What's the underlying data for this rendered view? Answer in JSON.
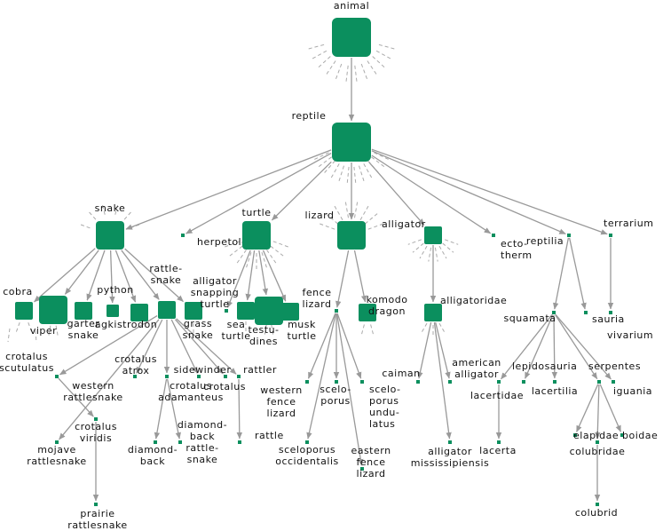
{
  "colors": {
    "node": "#0b8f5e",
    "edge": "#999999",
    "stub": "#aaaaaa",
    "text": "#111111"
  },
  "diagram": {
    "nodes": [
      {
        "id": "animal",
        "lines": [
          "animal"
        ],
        "kind": "big"
      },
      {
        "id": "reptile",
        "lines": [
          "reptile"
        ],
        "kind": "big"
      },
      {
        "id": "snake",
        "lines": [
          "snake"
        ],
        "kind": "med"
      },
      {
        "id": "herpetology",
        "lines": [
          "herpetology"
        ],
        "kind": "dot"
      },
      {
        "id": "turtle",
        "lines": [
          "turtle"
        ],
        "kind": "med"
      },
      {
        "id": "lizard",
        "lines": [
          "lizard"
        ],
        "kind": "med"
      },
      {
        "id": "alligator",
        "lines": [
          "alligator"
        ],
        "kind": "small"
      },
      {
        "id": "ectotherm",
        "lines": [
          "ecto-",
          "therm"
        ],
        "kind": "dot"
      },
      {
        "id": "reptilia",
        "lines": [
          "reptilia"
        ],
        "kind": "dot"
      },
      {
        "id": "terrarium",
        "lines": [
          "terrarium"
        ],
        "kind": "dot"
      },
      {
        "id": "cobra",
        "lines": [
          "cobra"
        ],
        "kind": "small"
      },
      {
        "id": "viper",
        "lines": [
          "viper"
        ],
        "kind": "med"
      },
      {
        "id": "garter-snake",
        "lines": [
          "garter",
          "snake"
        ],
        "kind": "small"
      },
      {
        "id": "python",
        "lines": [
          "python"
        ],
        "kind": "tiny"
      },
      {
        "id": "agkistrodon",
        "lines": [
          "agkistrodon"
        ],
        "kind": "small"
      },
      {
        "id": "rattlesnake",
        "lines": [
          "rattle-",
          "snake"
        ],
        "kind": "small"
      },
      {
        "id": "grass-snake",
        "lines": [
          "grass",
          "snake"
        ],
        "kind": "small"
      },
      {
        "id": "alligator-snapping-turtle",
        "lines": [
          "alligator",
          "snapping",
          "turtle"
        ],
        "kind": "dot"
      },
      {
        "id": "sea-turtle",
        "lines": [
          "sea",
          "turtle"
        ],
        "kind": "small"
      },
      {
        "id": "testudines",
        "lines": [
          "testu-",
          "dines"
        ],
        "kind": "med"
      },
      {
        "id": "musk-turtle",
        "lines": [
          "musk",
          "turtle"
        ],
        "kind": "small"
      },
      {
        "id": "fence-lizard",
        "lines": [
          "fence",
          "lizard"
        ],
        "kind": "dot"
      },
      {
        "id": "komodo-dragon",
        "lines": [
          "komodo",
          "dragon"
        ],
        "kind": "small"
      },
      {
        "id": "alligatoridae",
        "lines": [
          "alligatoridae"
        ],
        "kind": "small"
      },
      {
        "id": "squamata",
        "lines": [
          "squamata"
        ],
        "kind": "dot"
      },
      {
        "id": "sauria",
        "lines": [
          "sauria"
        ],
        "kind": "dot"
      },
      {
        "id": "vivarium",
        "lines": [
          "vivarium"
        ],
        "kind": "dot"
      },
      {
        "id": "crotalus-scutulatus",
        "lines": [
          "crotalus",
          "scutulatus"
        ],
        "kind": "none"
      },
      {
        "id": "crotalus-atrox",
        "lines": [
          "crotalus",
          "atrox"
        ],
        "kind": "dot"
      },
      {
        "id": "western-rattlesnake",
        "lines": [
          "western",
          "rattlesnake"
        ],
        "kind": "dot"
      },
      {
        "id": "crotalus-adamanteus",
        "lines": [
          "crotalus",
          "adamanteus"
        ],
        "kind": "dot"
      },
      {
        "id": "sidewinder",
        "lines": [
          "sidewinder"
        ],
        "kind": "dot"
      },
      {
        "id": "crotalus",
        "lines": [
          "crotalus"
        ],
        "kind": "dot"
      },
      {
        "id": "rattler",
        "lines": [
          "rattler"
        ],
        "kind": "dot"
      },
      {
        "id": "mojave-rattlesnake",
        "lines": [
          "mojave",
          "rattlesnake"
        ],
        "kind": "dot"
      },
      {
        "id": "crotalus-viridis",
        "lines": [
          "crotalus",
          "viridis"
        ],
        "kind": "dot"
      },
      {
        "id": "prairie-rattlesnake",
        "lines": [
          "prairie",
          "rattlesnake"
        ],
        "kind": "dot"
      },
      {
        "id": "diamondback",
        "lines": [
          "diamond-",
          "back"
        ],
        "kind": "dot"
      },
      {
        "id": "diamondback-rattlesnake",
        "lines": [
          "diamond-",
          "back",
          "rattle-",
          "snake"
        ],
        "kind": "dot"
      },
      {
        "id": "rattle",
        "lines": [
          "rattle"
        ],
        "kind": "dot"
      },
      {
        "id": "western-fence-lizard",
        "lines": [
          "western",
          "fence",
          "lizard"
        ],
        "kind": "dot"
      },
      {
        "id": "sceloporus",
        "lines": [
          "scelo-",
          "porus"
        ],
        "kind": "dot"
      },
      {
        "id": "sceloporus-undulatus",
        "lines": [
          "scelo-",
          "porus",
          "undu-",
          "latus"
        ],
        "kind": "dot"
      },
      {
        "id": "sceloporus-occidentalis",
        "lines": [
          "sceloporus",
          "occidentalis"
        ],
        "kind": "dot"
      },
      {
        "id": "eastern-fence-lizard",
        "lines": [
          "eastern",
          "fence",
          "lizard"
        ],
        "kind": "dot"
      },
      {
        "id": "caiman",
        "lines": [
          "caiman"
        ],
        "kind": "dot"
      },
      {
        "id": "american-alligator",
        "lines": [
          "american",
          "alligator"
        ],
        "kind": "dot"
      },
      {
        "id": "alligator-mississipiensis",
        "lines": [
          "alligator",
          "mississipiensis"
        ],
        "kind": "dot"
      },
      {
        "id": "lacertidae",
        "lines": [
          "lacertidae"
        ],
        "kind": "dot"
      },
      {
        "id": "lepidosauria",
        "lines": [
          "lepidosauria"
        ],
        "kind": "dot"
      },
      {
        "id": "lacertilia",
        "lines": [
          "lacertilia"
        ],
        "kind": "dot"
      },
      {
        "id": "serpentes",
        "lines": [
          "serpentes"
        ],
        "kind": "dot"
      },
      {
        "id": "iguania",
        "lines": [
          "iguania"
        ],
        "kind": "dot"
      },
      {
        "id": "lacerta",
        "lines": [
          "lacerta"
        ],
        "kind": "dot"
      },
      {
        "id": "elapidae",
        "lines": [
          "elapidae"
        ],
        "kind": "dot"
      },
      {
        "id": "colubridae",
        "lines": [
          "colubridae"
        ],
        "kind": "dot"
      },
      {
        "id": "boidae",
        "lines": [
          "boidae"
        ],
        "kind": "dot"
      },
      {
        "id": "colubrid",
        "lines": [
          "colubrid"
        ],
        "kind": "dot"
      }
    ],
    "edges": [
      [
        "animal",
        "reptile"
      ],
      [
        "reptile",
        "snake"
      ],
      [
        "reptile",
        "herpetology"
      ],
      [
        "reptile",
        "turtle"
      ],
      [
        "reptile",
        "lizard"
      ],
      [
        "reptile",
        "alligator"
      ],
      [
        "reptile",
        "ectotherm"
      ],
      [
        "reptile",
        "reptilia"
      ],
      [
        "reptile",
        "terrarium"
      ],
      [
        "snake",
        "cobra"
      ],
      [
        "snake",
        "viper"
      ],
      [
        "snake",
        "garter-snake"
      ],
      [
        "snake",
        "python"
      ],
      [
        "snake",
        "agkistrodon"
      ],
      [
        "snake",
        "rattlesnake"
      ],
      [
        "snake",
        "grass-snake"
      ],
      [
        "turtle",
        "alligator-snapping-turtle"
      ],
      [
        "turtle",
        "sea-turtle"
      ],
      [
        "turtle",
        "testudines"
      ],
      [
        "turtle",
        "musk-turtle"
      ],
      [
        "lizard",
        "fence-lizard"
      ],
      [
        "lizard",
        "komodo-dragon"
      ],
      [
        "alligator",
        "alligatoridae"
      ],
      [
        "reptilia",
        "squamata"
      ],
      [
        "reptilia",
        "sauria"
      ],
      [
        "terrarium",
        "vivarium"
      ],
      [
        "rattlesnake",
        "crotalus-atrox"
      ],
      [
        "rattlesnake",
        "western-rattlesnake"
      ],
      [
        "rattlesnake",
        "crotalus-adamanteus"
      ],
      [
        "rattlesnake",
        "sidewinder"
      ],
      [
        "rattlesnake",
        "crotalus"
      ],
      [
        "rattlesnake",
        "rattler"
      ],
      [
        "rattlesnake",
        "mojave-rattlesnake"
      ],
      [
        "western-rattlesnake",
        "crotalus-viridis"
      ],
      [
        "crotalus-viridis",
        "prairie-rattlesnake"
      ],
      [
        "crotalus-adamanteus",
        "diamondback"
      ],
      [
        "crotalus-adamanteus",
        "diamondback-rattlesnake"
      ],
      [
        "rattler",
        "rattle"
      ],
      [
        "fence-lizard",
        "western-fence-lizard"
      ],
      [
        "fence-lizard",
        "sceloporus"
      ],
      [
        "fence-lizard",
        "sceloporus-undulatus"
      ],
      [
        "fence-lizard",
        "sceloporus-occidentalis"
      ],
      [
        "fence-lizard",
        "eastern-fence-lizard"
      ],
      [
        "alligatoridae",
        "caiman"
      ],
      [
        "alligatoridae",
        "american-alligator"
      ],
      [
        "alligatoridae",
        "alligator-mississipiensis"
      ],
      [
        "squamata",
        "lacertidae"
      ],
      [
        "squamata",
        "lepidosauria"
      ],
      [
        "squamata",
        "lacertilia"
      ],
      [
        "squamata",
        "serpentes"
      ],
      [
        "squamata",
        "iguania"
      ],
      [
        "lacertidae",
        "lacerta"
      ],
      [
        "serpentes",
        "elapidae"
      ],
      [
        "serpentes",
        "colubridae"
      ],
      [
        "serpentes",
        "boidae"
      ],
      [
        "colubridae",
        "colubrid"
      ]
    ]
  }
}
